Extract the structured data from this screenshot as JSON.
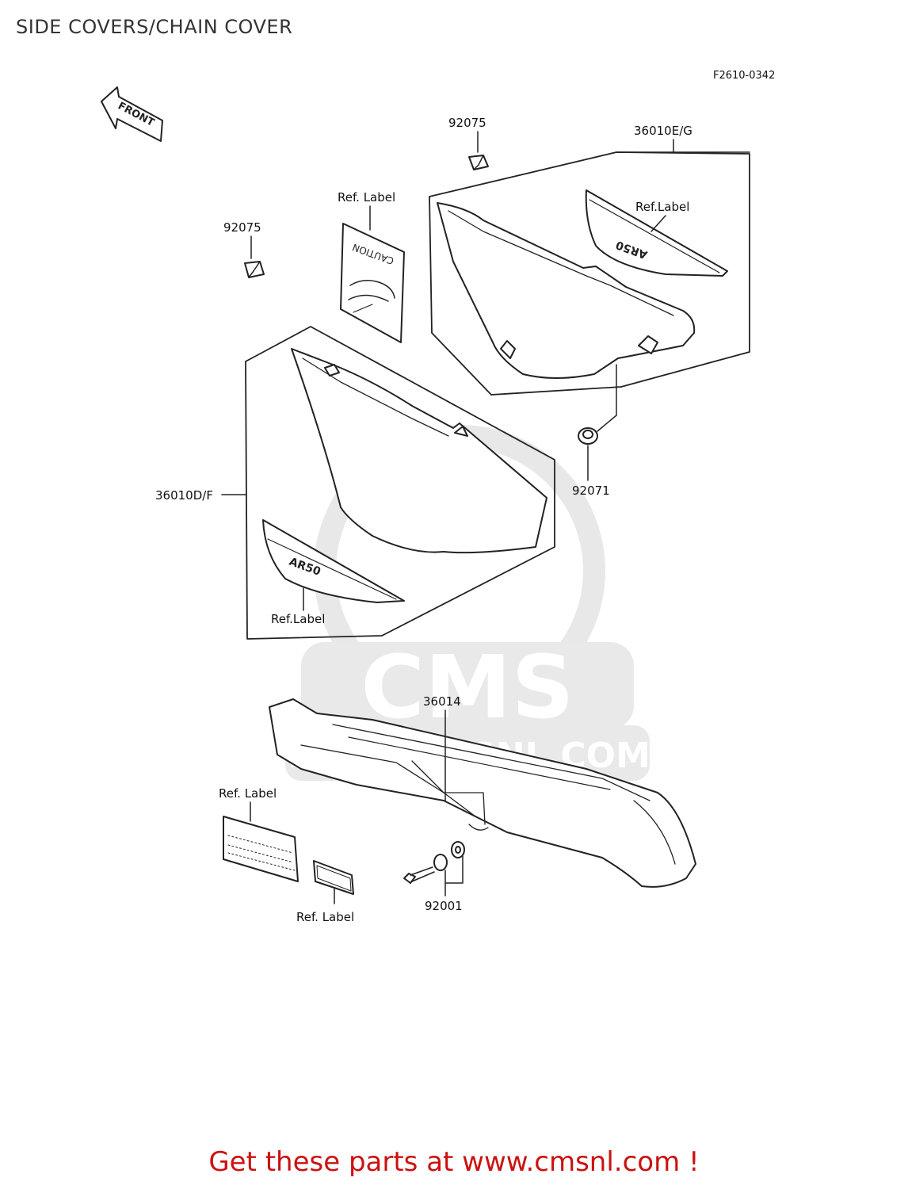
{
  "page": {
    "title": "SIDE COVERS/CHAIN COVER",
    "figure_code": "F2610-0342",
    "front_arrow_text": "FRONT",
    "footer_cta": "Get these parts at www.cmsnl.com !"
  },
  "watermark": {
    "brand": "CMS",
    "url": "WWW.CMSNL.COM"
  },
  "callouts": {
    "p92075_top": "92075",
    "p36010EG": "36010E/G",
    "ref_label_caution": "Ref. Label",
    "p92075_left": "92075",
    "ref_label_right_cover": "Ref.Label",
    "p36010DF": "36010D/F",
    "p92071": "92071",
    "ref_label_left_cover": "Ref.Label",
    "p36014": "36014",
    "ref_label_chain_1": "Ref. Label",
    "p92001": "92001",
    "ref_label_chain_2": "Ref. Label"
  },
  "decal": {
    "caution_text": "CAUTION",
    "badge_text": "AR50"
  },
  "colors": {
    "line": "#222222",
    "watermark": "#e6e6e6",
    "cta": "#cc1111"
  }
}
